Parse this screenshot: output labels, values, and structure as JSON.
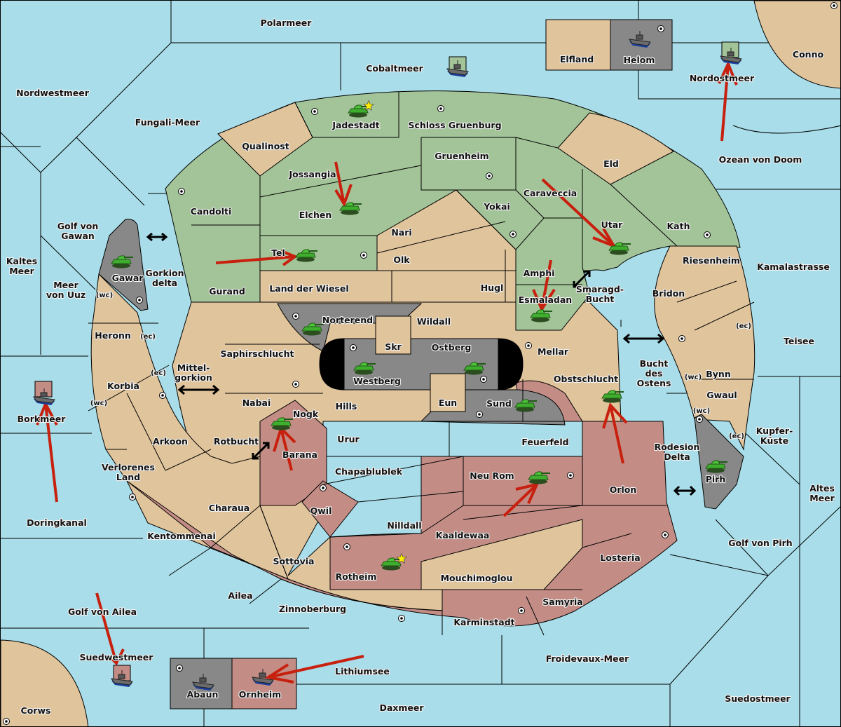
{
  "map": {
    "colors": {
      "sea": "#a8dde9",
      "neutral": "#e0c49c",
      "green_power": "#a3c499",
      "red_power": "#c38d86",
      "grey_power": "#888888",
      "impassable": "#000000",
      "move_arrow": "#c8200e",
      "border": "#000000"
    },
    "sea_regions": [
      {
        "name": "Polarmeer"
      },
      {
        "name": "Cobaltmeer"
      },
      {
        "name": "Nordwestmeer"
      },
      {
        "name": "Fungali-Meer"
      },
      {
        "name": "Nordostmeer"
      },
      {
        "name": "Ozean von Doom"
      },
      {
        "name": "Golf von Gawan"
      },
      {
        "name": "Kaltes Meer"
      },
      {
        "name": "Meer von Uuz"
      },
      {
        "name": "Gorkion delta"
      },
      {
        "name": "Mittel-gorkion"
      },
      {
        "name": "Rotbucht"
      },
      {
        "name": "Borkmeer"
      },
      {
        "name": "Doringkanal"
      },
      {
        "name": "Golf von Ailea"
      },
      {
        "name": "Suedwestmeer"
      },
      {
        "name": "Lithiumsee"
      },
      {
        "name": "Daxmeer"
      },
      {
        "name": "Froidevaux-Meer"
      },
      {
        "name": "Suedostmeer"
      },
      {
        "name": "Golf von Pirh"
      },
      {
        "name": "Altes Meer"
      },
      {
        "name": "Kupfer-Küste"
      },
      {
        "name": "Teisee"
      },
      {
        "name": "Kamalastrasse"
      },
      {
        "name": "Smaragd-Bucht"
      },
      {
        "name": "Bucht des Ostens"
      },
      {
        "name": "Rodesion Delta"
      }
    ],
    "land_regions": [
      {
        "name": "Elfland",
        "owner": "neutral",
        "supply_center": false
      },
      {
        "name": "Helom",
        "owner": "grey",
        "supply_center": true
      },
      {
        "name": "Conno",
        "owner": "neutral",
        "supply_center": true
      },
      {
        "name": "Corws",
        "owner": "neutral",
        "supply_center": true
      },
      {
        "name": "Abaun",
        "owner": "grey",
        "supply_center": true
      },
      {
        "name": "Ornheim",
        "owner": "red",
        "supply_center": false
      },
      {
        "name": "Jadestadt",
        "owner": "green",
        "supply_center": true
      },
      {
        "name": "Schloss Gruenburg",
        "owner": "green",
        "supply_center": true
      },
      {
        "name": "Qualinost",
        "owner": "neutral",
        "supply_center": false
      },
      {
        "name": "Candolti",
        "owner": "green",
        "supply_center": true
      },
      {
        "name": "Jossangia",
        "owner": "green",
        "supply_center": false
      },
      {
        "name": "Elchen",
        "owner": "green",
        "supply_center": false
      },
      {
        "name": "Gruenheim",
        "owner": "green",
        "supply_center": true
      },
      {
        "name": "Eld",
        "owner": "neutral",
        "supply_center": false
      },
      {
        "name": "Caraveccia",
        "owner": "green",
        "supply_center": false
      },
      {
        "name": "Yokai",
        "owner": "green",
        "supply_center": true
      },
      {
        "name": "Utar",
        "owner": "green",
        "supply_center": false
      },
      {
        "name": "Kath",
        "owner": "green",
        "supply_center": true
      },
      {
        "name": "Nari",
        "owner": "neutral",
        "supply_center": false
      },
      {
        "name": "Olk",
        "owner": "neutral",
        "supply_center": false
      },
      {
        "name": "Tel",
        "owner": "green",
        "supply_center": true
      },
      {
        "name": "Gurand",
        "owner": "green",
        "supply_center": false
      },
      {
        "name": "Gawar",
        "owner": "grey",
        "supply_center": true
      },
      {
        "name": "Land der Wiesel",
        "owner": "neutral",
        "supply_center": false
      },
      {
        "name": "Hugl",
        "owner": "neutral",
        "supply_center": false
      },
      {
        "name": "Amphi",
        "owner": "green",
        "supply_center": false
      },
      {
        "name": "Esmaladan",
        "owner": "green",
        "supply_center": false
      },
      {
        "name": "Riesenheim",
        "owner": "neutral",
        "supply_center": false
      },
      {
        "name": "Bridon",
        "owner": "neutral",
        "supply_center": true
      },
      {
        "name": "Norterend",
        "owner": "grey",
        "supply_center": true
      },
      {
        "name": "Wildall",
        "owner": "neutral",
        "supply_center": false
      },
      {
        "name": "Skr",
        "owner": "neutral",
        "supply_center": false
      },
      {
        "name": "Saphirschlucht",
        "owner": "neutral",
        "supply_center": false
      },
      {
        "name": "Westberg",
        "owner": "grey",
        "supply_center": true
      },
      {
        "name": "Ostberg",
        "owner": "grey",
        "supply_center": true
      },
      {
        "name": "Mellar",
        "owner": "neutral",
        "supply_center": true
      },
      {
        "name": "Heronn",
        "owner": "neutral",
        "supply_center": false,
        "coast": "(ec)"
      },
      {
        "name": "Korbia",
        "owner": "neutral",
        "supply_center": true,
        "coasts": [
          "(ec)",
          "(wc)"
        ]
      },
      {
        "name": "Nabai",
        "owner": "neutral",
        "supply_center": true
      },
      {
        "name": "Hills",
        "owner": "neutral",
        "supply_center": false
      },
      {
        "name": "Eun",
        "owner": "neutral",
        "supply_center": false
      },
      {
        "name": "Sund",
        "owner": "grey",
        "supply_center": true
      },
      {
        "name": "Obstschlucht",
        "owner": "red",
        "supply_center": false
      },
      {
        "name": "Bynn",
        "owner": "neutral",
        "supply_center": false,
        "coasts": [
          "(ec)",
          "(wc)"
        ]
      },
      {
        "name": "Gwaul",
        "owner": "neutral",
        "supply_center": false,
        "coasts": [
          "(wc)",
          "(ec)"
        ]
      },
      {
        "name": "Nogk",
        "owner": "red",
        "supply_center": false
      },
      {
        "name": "Barana",
        "owner": "red",
        "supply_center": false
      },
      {
        "name": "Arkoon",
        "owner": "neutral",
        "supply_center": false
      },
      {
        "name": "Urur",
        "owner": "neutral",
        "supply_center": false
      },
      {
        "name": "Feuerfeld",
        "owner": "neutral",
        "supply_center": false
      },
      {
        "name": "Verlorenes Land",
        "owner": "neutral",
        "supply_center": false
      },
      {
        "name": "Chapablublek",
        "owner": "neutral",
        "supply_center": false
      },
      {
        "name": "Neu Rom",
        "owner": "red",
        "supply_center": true
      },
      {
        "name": "Orlon",
        "owner": "red",
        "supply_center": false
      },
      {
        "name": "Pirh",
        "owner": "grey",
        "supply_center": true
      },
      {
        "name": "Charaua",
        "owner": "neutral",
        "supply_center": false
      },
      {
        "name": "Qwil",
        "owner": "red",
        "supply_center": true
      },
      {
        "name": "Nilldall",
        "owner": "neutral",
        "supply_center": false
      },
      {
        "name": "Kentommenai",
        "owner": "red",
        "supply_center": true
      },
      {
        "name": "Kaaldewaa",
        "owner": "red",
        "supply_center": false
      },
      {
        "name": "Losteria",
        "owner": "red",
        "supply_center": true
      },
      {
        "name": "Sottovia",
        "owner": "neutral",
        "supply_center": false
      },
      {
        "name": "Rotheim",
        "owner": "red",
        "supply_center": true
      },
      {
        "name": "Mouchimoglou",
        "owner": "neutral",
        "supply_center": false
      },
      {
        "name": "Ailea",
        "owner": "neutral",
        "supply_center": false
      },
      {
        "name": "Samyria",
        "owner": "red",
        "supply_center": false
      },
      {
        "name": "Zinnoberburg",
        "owner": "red",
        "supply_center": true
      },
      {
        "name": "Karminstadt",
        "owner": "red",
        "supply_center": true
      }
    ],
    "units": [
      {
        "type": "army",
        "location": "Jadestadt",
        "capital_star": true
      },
      {
        "type": "army",
        "location": "Elchen"
      },
      {
        "type": "army",
        "location": "Tel"
      },
      {
        "type": "army",
        "location": "Utar"
      },
      {
        "type": "army",
        "location": "Esmaladan"
      },
      {
        "type": "army",
        "location": "Gawar"
      },
      {
        "type": "army",
        "location": "Norterend"
      },
      {
        "type": "army",
        "location": "Westberg"
      },
      {
        "type": "army",
        "location": "Ostberg"
      },
      {
        "type": "army",
        "location": "Sund"
      },
      {
        "type": "army",
        "location": "Obstschlucht"
      },
      {
        "type": "army",
        "location": "Nogk"
      },
      {
        "type": "army",
        "location": "Neu Rom"
      },
      {
        "type": "army",
        "location": "Pirh"
      },
      {
        "type": "army",
        "location": "Rotheim",
        "capital_star": true
      },
      {
        "type": "fleet",
        "location": "Cobaltmeer",
        "owner": "green"
      },
      {
        "type": "fleet",
        "location": "Helom",
        "owner": "grey"
      },
      {
        "type": "fleet",
        "location": "Nordostmeer",
        "owner": "green"
      },
      {
        "type": "fleet",
        "location": "Borkmeer",
        "owner": "red"
      },
      {
        "type": "fleet",
        "location": "Suedwestmeer",
        "owner": "red"
      },
      {
        "type": "fleet",
        "location": "Abaun",
        "owner": "grey"
      },
      {
        "type": "fleet",
        "location": "Ornheim",
        "owner": "red"
      }
    ],
    "orders": [
      {
        "from": "Jossangia",
        "to": "Elchen"
      },
      {
        "from": "Gurand",
        "to": "Tel"
      },
      {
        "from": "Caraveccia",
        "to": "Utar"
      },
      {
        "from": "Amphi",
        "to": "Esmaladan"
      },
      {
        "from": "Ozean von Doom",
        "to": "Nordostmeer"
      },
      {
        "from": "Doringkanal",
        "to": "Borkmeer"
      },
      {
        "from": "Golf von Ailea",
        "to": "Suedwestmeer"
      },
      {
        "from": "Lithiumsee",
        "to": "Ornheim"
      },
      {
        "from": "Barana",
        "to": "Nogk"
      },
      {
        "from": "Orlon",
        "to": "Obstschlucht"
      },
      {
        "from": "Kaaldewaa",
        "to": "Neu Rom"
      }
    ],
    "canals": [
      "Golf von Gawan ↔ Gorkion delta",
      "Mittel-gorkion",
      "Rotbucht ↔ Barana",
      "Smaragd-Bucht",
      "Bucht des Ostens",
      "Rodesion Delta ↔ Pirh"
    ]
  }
}
